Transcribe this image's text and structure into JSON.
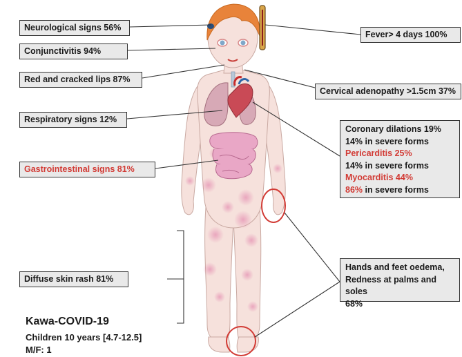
{
  "labels": {
    "neuro": "Neurological signs 56%",
    "conj": "Conjunctivitis  94%",
    "lips": "Red and cracked lips 87%",
    "resp": "Respiratory signs 12%",
    "gi": "Gastrointestinal signs 81%",
    "rash": "Diffuse skin rash 81%",
    "fever": "Fever> 4 days 100%",
    "cervical": "Cervical adenopathy >1.5cm 37%",
    "cardiac": {
      "l1": "Coronary dilations 19%",
      "l2": "14% in severe forms",
      "l3": "Pericarditis 25%",
      "l4": "14% in severe forms",
      "l5": "Myocarditis 44%",
      "l6a": "86%",
      "l6b": " in severe forms"
    },
    "hands": {
      "l1": "Hands and feet oedema,",
      "l2": "Redness at palms and soles",
      "l3": "68%"
    }
  },
  "footer": {
    "title": "Kawa-COVID-19",
    "line2": "Children 10 years [4.7-12.5]",
    "line3": "M/F: 1"
  },
  "colors": {
    "highlight": "#d23b35",
    "box_bg": "#e9e9e9",
    "skin": "#f6e1dc",
    "hair": "#e8833a",
    "lungs": "#d7a9b6",
    "intestines": "#e9a7c6",
    "rash": "#e9a5bf"
  }
}
